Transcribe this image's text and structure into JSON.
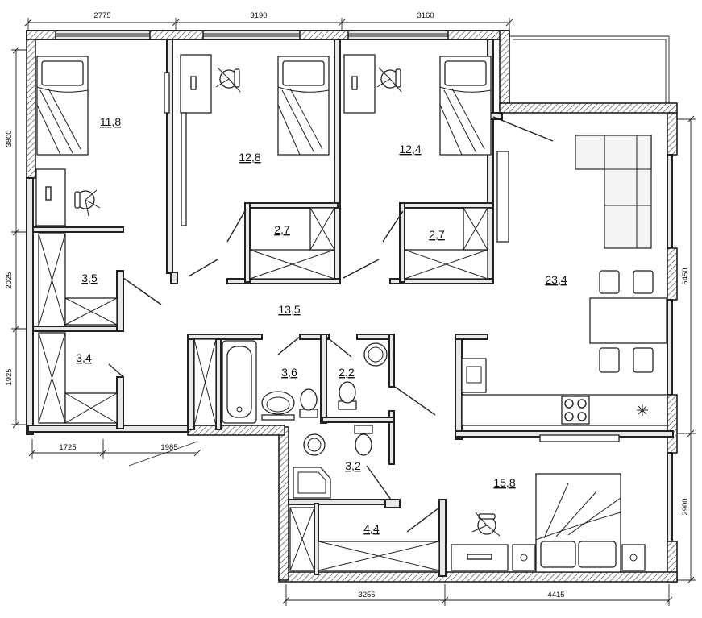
{
  "rooms": [
    {
      "id": "bedroom-1",
      "area": "11,8"
    },
    {
      "id": "bedroom-2",
      "area": "12,8"
    },
    {
      "id": "bedroom-3",
      "area": "12,4"
    },
    {
      "id": "closet-2",
      "area": "2,7"
    },
    {
      "id": "closet-3",
      "area": "2,7"
    },
    {
      "id": "living-kitchen",
      "area": "23,4"
    },
    {
      "id": "storage-1",
      "area": "3,5"
    },
    {
      "id": "storage-2",
      "area": "3,4"
    },
    {
      "id": "hall",
      "area": "13,5"
    },
    {
      "id": "bathroom",
      "area": "3,6"
    },
    {
      "id": "wc",
      "area": "2,2"
    },
    {
      "id": "shower-room",
      "area": "3,2"
    },
    {
      "id": "master-bedroom",
      "area": "15,8"
    },
    {
      "id": "wardrobe",
      "area": "4,4"
    }
  ],
  "dimensions": {
    "top": [
      "2775",
      "3190",
      "3160"
    ],
    "left": [
      "3800",
      "2025",
      "1925"
    ],
    "bottom_left": [
      "1725",
      "1985"
    ],
    "bottom": [
      "3255",
      "4415"
    ],
    "right": [
      "6450",
      "2900"
    ]
  }
}
